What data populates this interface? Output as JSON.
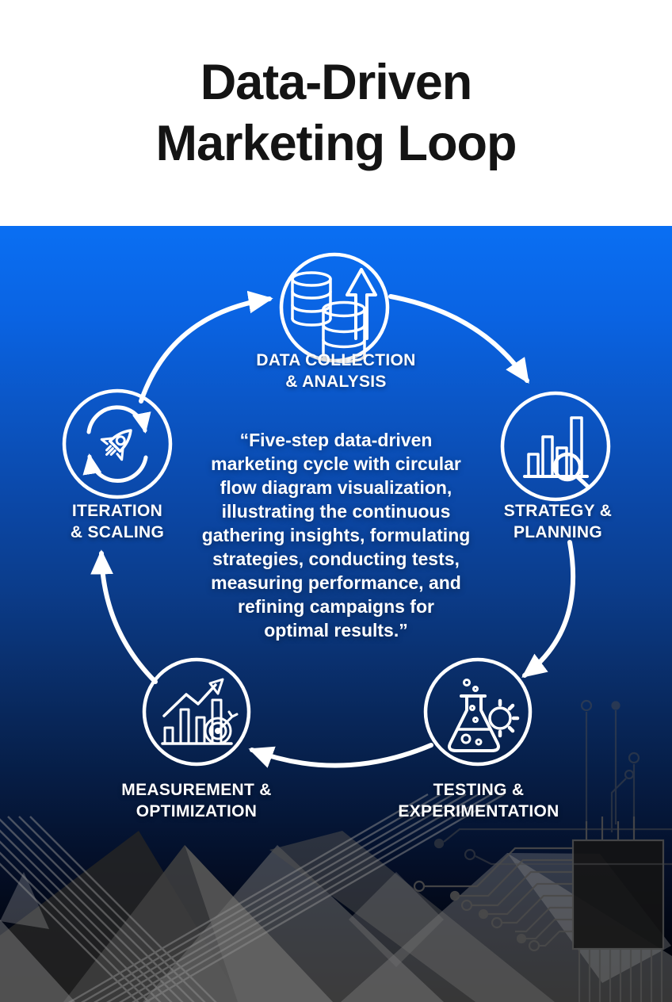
{
  "title": "Data-Driven\nMarketing Loop",
  "center_quote": "“Five-step data-driven\nmarketing cycle with circular\nflow diagram visualization,\nillustrating the continuous\ngathering insights, formulating\nstrategies, conducting tests,\nmeasuring performance, and\nrefining campaigns for\noptimal results.”",
  "steps": [
    {
      "id": "data-collection",
      "line1": "DATA COLLECTION",
      "line2": "& ANALYSIS",
      "icon": "database-growth-icon"
    },
    {
      "id": "strategy-planning",
      "line1": "STRATEGY &",
      "line2": "PLANNING",
      "icon": "bar-chart-magnifier-icon"
    },
    {
      "id": "testing-experimentation",
      "line1": "TESTING &",
      "line2": "EXPERIMENTATION",
      "icon": "flask-gear-icon"
    },
    {
      "id": "measurement-optimization",
      "line1": "MEASUREMENT &",
      "line2": "OPTIMIZATION",
      "icon": "growth-chart-target-icon"
    },
    {
      "id": "iteration-scaling",
      "line1": "ITERATION",
      "line2": "& SCALING",
      "icon": "rocket-loop-icon"
    }
  ],
  "colors": {
    "header_background": "#ffffff",
    "title_text": "#141414",
    "blue_top": "#0a6ff3",
    "blue_mid": "#0b3c8a",
    "fade_bottom": "#000000",
    "diagram_stroke": "#ffffff",
    "label_text": "#ffffff"
  }
}
